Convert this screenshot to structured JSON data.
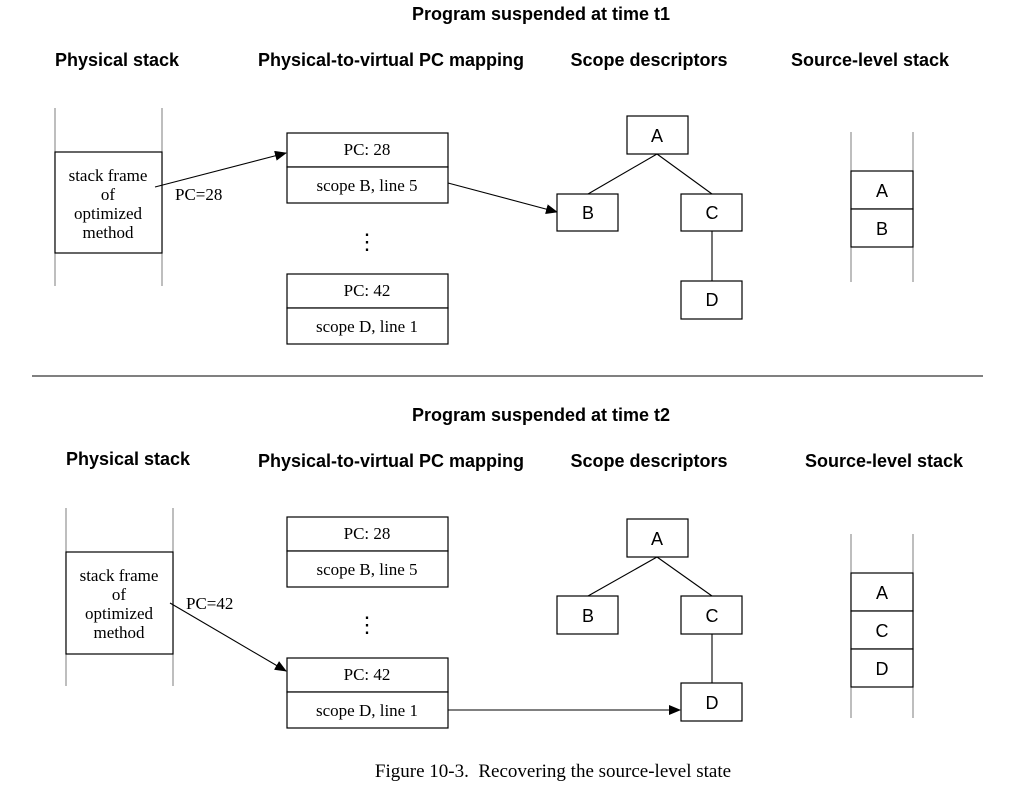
{
  "panels": [
    {
      "title": "Program suspended at time t1",
      "headers": {
        "physical_stack": "Physical stack",
        "mapping": "Physical-to-virtual PC mapping",
        "scope": "Scope descriptors",
        "source_stack": "Source-level stack"
      },
      "frame_lines": [
        "stack frame",
        "of",
        "optimized",
        "method"
      ],
      "pc_label": "PC=28",
      "mappings": [
        {
          "pc": "PC: 28",
          "scope": "scope B, line 5"
        },
        {
          "pc": "PC: 42",
          "scope": "scope D, line 1"
        }
      ],
      "ellipsis": "⋮",
      "scopes": {
        "a": "A",
        "b": "B",
        "c": "C",
        "d": "D"
      },
      "source_stack": [
        "A",
        "B"
      ]
    },
    {
      "title": "Program suspended at time t2",
      "headers": {
        "physical_stack": "Physical stack",
        "mapping": "Physical-to-virtual PC mapping",
        "scope": "Scope descriptors",
        "source_stack": "Source-level stack"
      },
      "frame_lines": [
        "stack frame",
        "of",
        "optimized",
        "method"
      ],
      "pc_label": "PC=42",
      "mappings": [
        {
          "pc": "PC: 28",
          "scope": "scope B, line 5"
        },
        {
          "pc": "PC: 42",
          "scope": "scope D, line 1"
        }
      ],
      "ellipsis": "⋮",
      "scopes": {
        "a": "A",
        "b": "B",
        "c": "C",
        "d": "D"
      },
      "source_stack": [
        "A",
        "C",
        "D"
      ]
    }
  ],
  "caption": "Figure 10-3.  Recovering the source-level state"
}
